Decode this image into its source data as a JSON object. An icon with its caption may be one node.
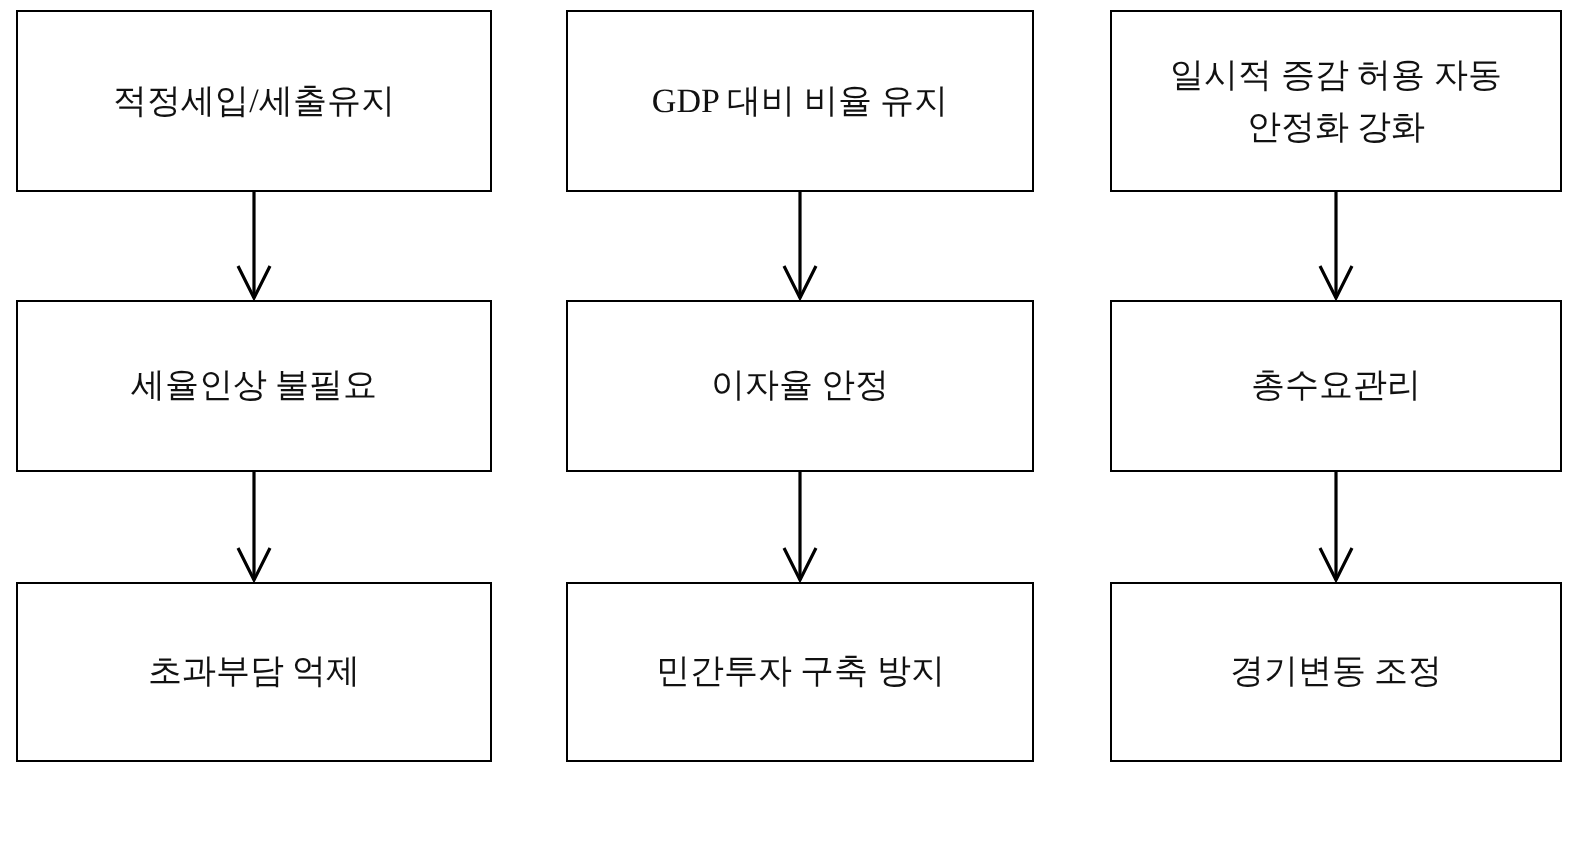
{
  "diagram": {
    "nodes": [
      {
        "text": [
          "적정세입/세출유지"
        ]
      },
      {
        "text": [
          "GDP 대비 비율 유지"
        ]
      },
      {
        "text": [
          "일시적 증감 허용 자동안정화 강화"
        ]
      },
      {
        "text": [
          "세율인상 불필요"
        ]
      },
      {
        "text": [
          "이자율 안정"
        ]
      },
      {
        "text": [
          "총수요관리"
        ]
      },
      {
        "text": [
          "초과부담 억제"
        ]
      },
      {
        "text": [
          "민간투자 구축 방지"
        ]
      },
      {
        "text": [
          "경기변동 조정"
        ]
      }
    ],
    "edges": [
      {
        "from": 0,
        "to": 3,
        "arrow": "to"
      },
      {
        "from": 3,
        "to": 6,
        "arrow": "to"
      },
      {
        "from": 1,
        "to": 4,
        "arrow": "to"
      },
      {
        "from": 4,
        "to": 7,
        "arrow": "to"
      },
      {
        "from": 2,
        "to": 5,
        "arrow": "to"
      },
      {
        "from": 5,
        "to": 8,
        "arrow": "to"
      }
    ]
  }
}
